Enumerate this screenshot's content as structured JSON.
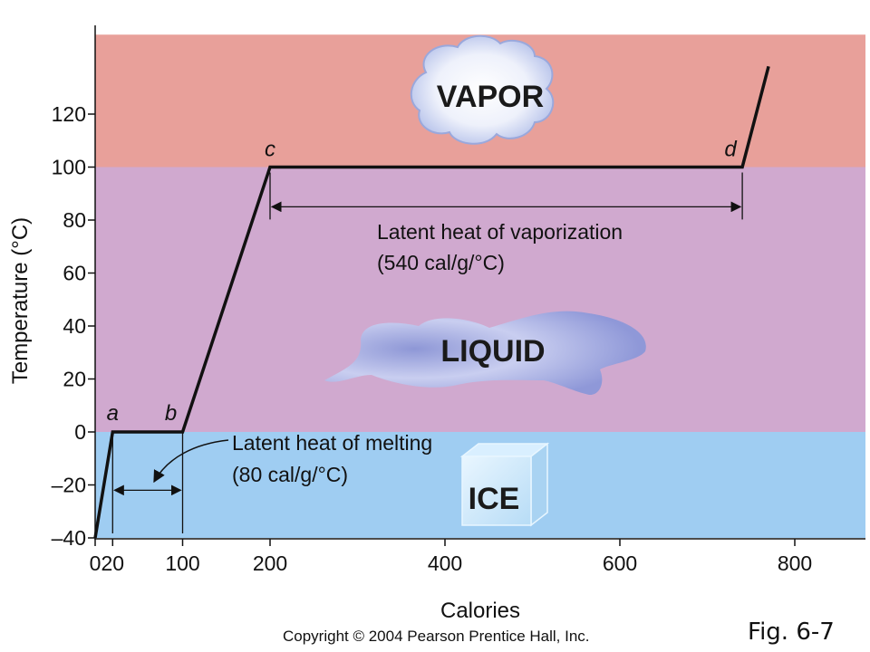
{
  "chart_data": {
    "type": "line",
    "xlabel": "Calories",
    "ylabel": "Temperature (°C)",
    "xlim": [
      0,
      880
    ],
    "ylim": [
      -40,
      150
    ],
    "x_ticks": [
      0,
      20,
      100,
      200,
      400,
      600,
      800
    ],
    "x_tick_labels": [
      "0",
      "20",
      "100",
      "200",
      "400",
      "600",
      "800"
    ],
    "y_ticks": [
      -40,
      -20,
      0,
      20,
      40,
      60,
      80,
      100,
      120
    ],
    "y_tick_labels": [
      "–40",
      "–20",
      "0",
      "20",
      "40",
      "60",
      "80",
      "100",
      "120"
    ],
    "series": [
      {
        "x": [
          0,
          20,
          100,
          200,
          740,
          770
        ],
        "y": [
          -40,
          0,
          0,
          100,
          100,
          138
        ]
      }
    ],
    "points": [
      {
        "label": "a",
        "x": 20,
        "y": 0
      },
      {
        "label": "b",
        "x": 100,
        "y": 0
      },
      {
        "label": "c",
        "x": 200,
        "y": 100
      },
      {
        "label": "d",
        "x": 740,
        "y": 100
      }
    ],
    "regions": [
      {
        "name": "VAPOR",
        "y_from": 100,
        "y_to": 150,
        "color": "#e8a09a"
      },
      {
        "name": "LIQUID",
        "y_from": 0,
        "y_to": 100,
        "color": "#d0a9cf"
      },
      {
        "name": "ICE",
        "y_from": -40,
        "y_to": 0,
        "color": "#9fcdf2"
      }
    ],
    "annotations": [
      {
        "line1": "Latent heat of vaporization",
        "line2": "(540 cal/g/°C)",
        "x_from": 200,
        "x_to": 740
      },
      {
        "line1": "Latent heat of melting",
        "line2": "(80 cal/g/°C)",
        "x_from": 20,
        "x_to": 100
      }
    ],
    "grid": false
  },
  "copyright": "Copyright © 2004 Pearson Prentice Hall, Inc.",
  "figure_label": "Fig. 6-7"
}
